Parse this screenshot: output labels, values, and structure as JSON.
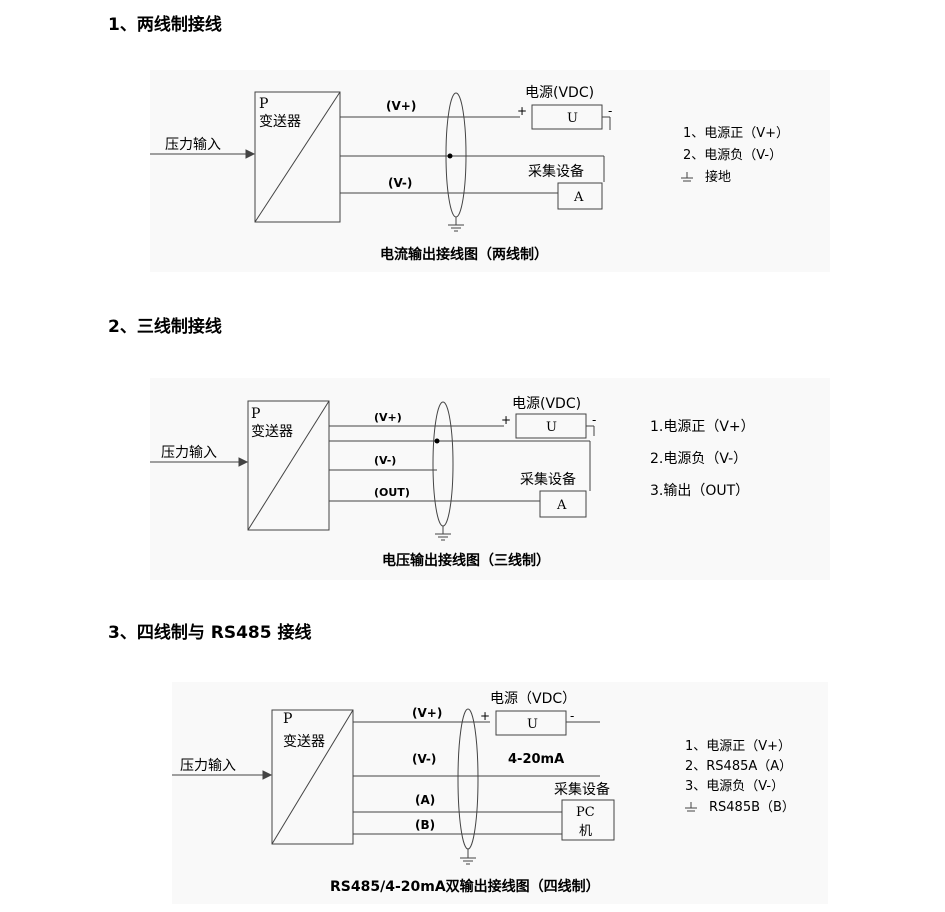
{
  "sections": [
    {
      "heading": "1、两线制接线",
      "input_label": "压力输入",
      "transmitter": {
        "p": "P",
        "name": "变送器"
      },
      "wires": [
        "(V+)",
        "(V-)"
      ],
      "power": {
        "label": "电源(VDC)",
        "plus": "+",
        "minus": "-",
        "box": "U"
      },
      "device": {
        "label": "采集设备",
        "box": "A"
      },
      "caption": "电流输出接线图（两线制）",
      "legend": [
        "1、电源正（V+）",
        "2、电源负（V-）",
        "接地"
      ]
    },
    {
      "heading": "2、三线制接线",
      "input_label": "压力输入",
      "transmitter": {
        "p": "P",
        "name": "变送器"
      },
      "wires": [
        "(V+)",
        "(V-)",
        "(OUT)"
      ],
      "power": {
        "label": "电源(VDC)",
        "plus": "+",
        "minus": "-",
        "box": "U"
      },
      "device": {
        "label": "采集设备",
        "box": "A"
      },
      "caption": "电压输出接线图（三线制）",
      "legend": [
        "1.电源正（V+）",
        "2.电源负（V-）",
        "3.输出（OUT）"
      ]
    },
    {
      "heading": "3、四线制与 RS485 接线",
      "input_label": "压力输入",
      "transmitter": {
        "p": "P",
        "name": "变送器"
      },
      "wires": [
        "(V+)",
        "(V-)",
        "(A)",
        "(B)"
      ],
      "current_label": "4-20mA",
      "power": {
        "label": "电源（VDC）",
        "plus": "+",
        "minus": "-",
        "box": "U"
      },
      "device": {
        "label": "采集设备",
        "box_line1": "PC",
        "box_line2": "机"
      },
      "caption": "RS485/4-20mA双输出接线图（四线制）",
      "legend": [
        "1、电源正（V+）",
        "2、RS485A（A）",
        "3、电源负（V-）",
        "RS485B（B）"
      ]
    }
  ]
}
